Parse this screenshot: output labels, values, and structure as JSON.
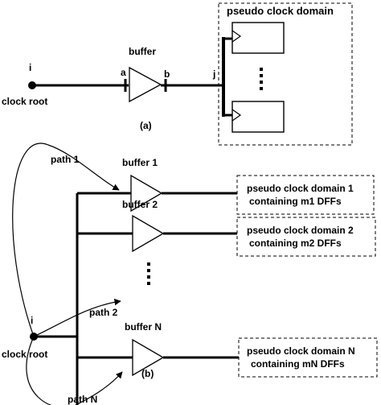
{
  "part_a": {
    "node_i": "i",
    "clock_root": "clock root",
    "node_a": "a",
    "node_b": "b",
    "node_j": "j",
    "buffer": "buffer",
    "pseudo_clock_domain": "pseudo clock domain",
    "caption": "(a)"
  },
  "part_b": {
    "node_i": "i",
    "clock_root": "clock root",
    "caption": "(b)",
    "paths": [
      {
        "label": "path 1"
      },
      {
        "label": "path 2"
      },
      {
        "label": "path N"
      }
    ],
    "buffers": [
      {
        "label": "buffer 1"
      },
      {
        "label": "buffer 2"
      },
      {
        "label": "buffer N"
      }
    ],
    "domains": [
      {
        "line1": "pseudo clock domain 1",
        "line2": "containing m1 DFFs"
      },
      {
        "line1": "pseudo clock domain 2",
        "line2": "containing m2 DFFs"
      },
      {
        "line1": "pseudo clock domain N",
        "line2": "containing mN DFFs"
      }
    ]
  }
}
